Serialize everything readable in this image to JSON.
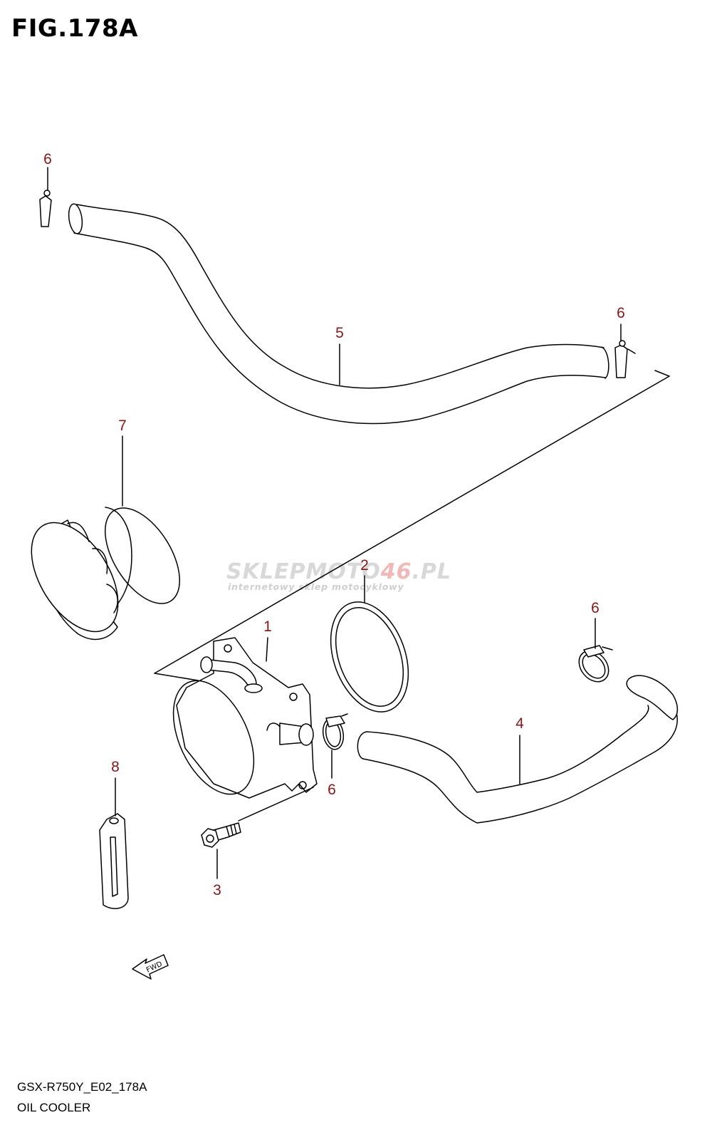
{
  "figure": {
    "title": "FIG.178A"
  },
  "footer": {
    "code": "GSX-R750Y_E02_178A",
    "name": "OIL COOLER"
  },
  "watermark": {
    "brand_gray": "SKLEPMOTO",
    "brand_red": "46",
    "brand_suffix": ".PL",
    "tagline": "internetowy sklep motocyklowy"
  },
  "fwd_arrow": {
    "label": "FWD"
  },
  "callouts": [
    {
      "id": "c6a",
      "number": "6",
      "part": "clamp"
    },
    {
      "id": "c5",
      "number": "5",
      "part": "hose-upper"
    },
    {
      "id": "c6b",
      "number": "6",
      "part": "clamp"
    },
    {
      "id": "c7",
      "number": "7",
      "part": "oil-filter"
    },
    {
      "id": "c2",
      "number": "2",
      "part": "o-ring"
    },
    {
      "id": "c6c",
      "number": "6",
      "part": "clamp"
    },
    {
      "id": "c1",
      "number": "1",
      "part": "oil-cooler"
    },
    {
      "id": "c4",
      "number": "4",
      "part": "hose-lower"
    },
    {
      "id": "c8",
      "number": "8",
      "part": "hose-clamp-bracket"
    },
    {
      "id": "c6d",
      "number": "6",
      "part": "clamp"
    },
    {
      "id": "c3",
      "number": "3",
      "part": "bolt"
    }
  ],
  "colors": {
    "callout": "#8b1414",
    "line": "#000000",
    "watermark_red": "#f2b8b8",
    "watermark_gray": "#d8d8d8"
  }
}
